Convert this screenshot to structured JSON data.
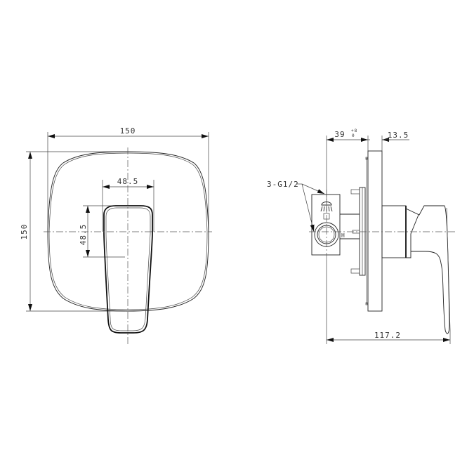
{
  "drawing": {
    "front_view": {
      "overall_width": "150",
      "overall_height": "150",
      "handle_offset_x": "48.5",
      "handle_offset_y": "48.5"
    },
    "side_view": {
      "body_depth": "39",
      "body_depth_tolerance_upper": "+8",
      "body_depth_tolerance_lower": "0",
      "plate_thickness": "13.5",
      "inlet_label": "3-G1/2",
      "overall_depth": "117.2"
    },
    "colors": {
      "line": "#222222",
      "background": "#ffffff"
    }
  }
}
